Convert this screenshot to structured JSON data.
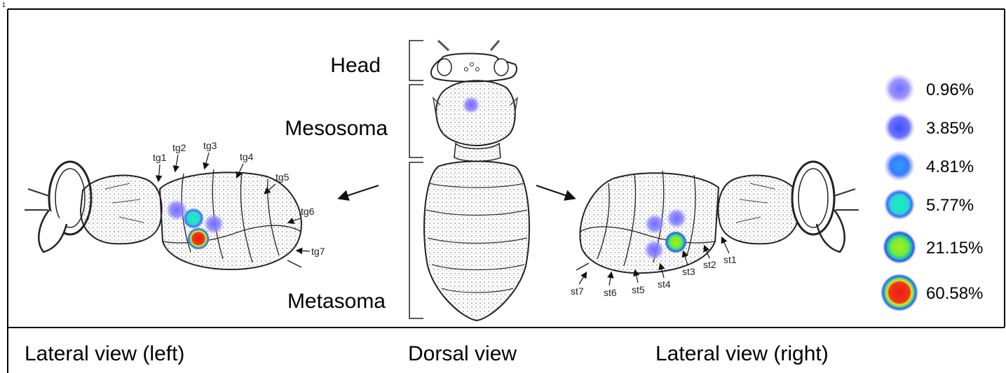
{
  "corner_mark": "1",
  "body_regions": {
    "head": "Head",
    "mesosoma": "Mesosoma",
    "metasoma": "Metasoma"
  },
  "tergites": [
    "tg1",
    "tg2",
    "tg3",
    "tg4",
    "tg5",
    "tg6",
    "tg7"
  ],
  "sternites": [
    "st1",
    "st2",
    "st3",
    "st4",
    "st5",
    "st6",
    "st7"
  ],
  "legend": [
    {
      "label": "0.96%",
      "color": "#7b6cff"
    },
    {
      "label": "3.85%",
      "color": "#5560ff"
    },
    {
      "label": "4.81%",
      "color": "#3c86ff"
    },
    {
      "label": "5.77%",
      "color": "#22e6c8"
    },
    {
      "label": "21.15%",
      "color": "#8cf03c"
    },
    {
      "label": "60.58%",
      "color": "#e8301a"
    }
  ],
  "captions": {
    "left": "Lateral view (left)",
    "center": "Dorsal view",
    "right": "Lateral view (right)"
  }
}
